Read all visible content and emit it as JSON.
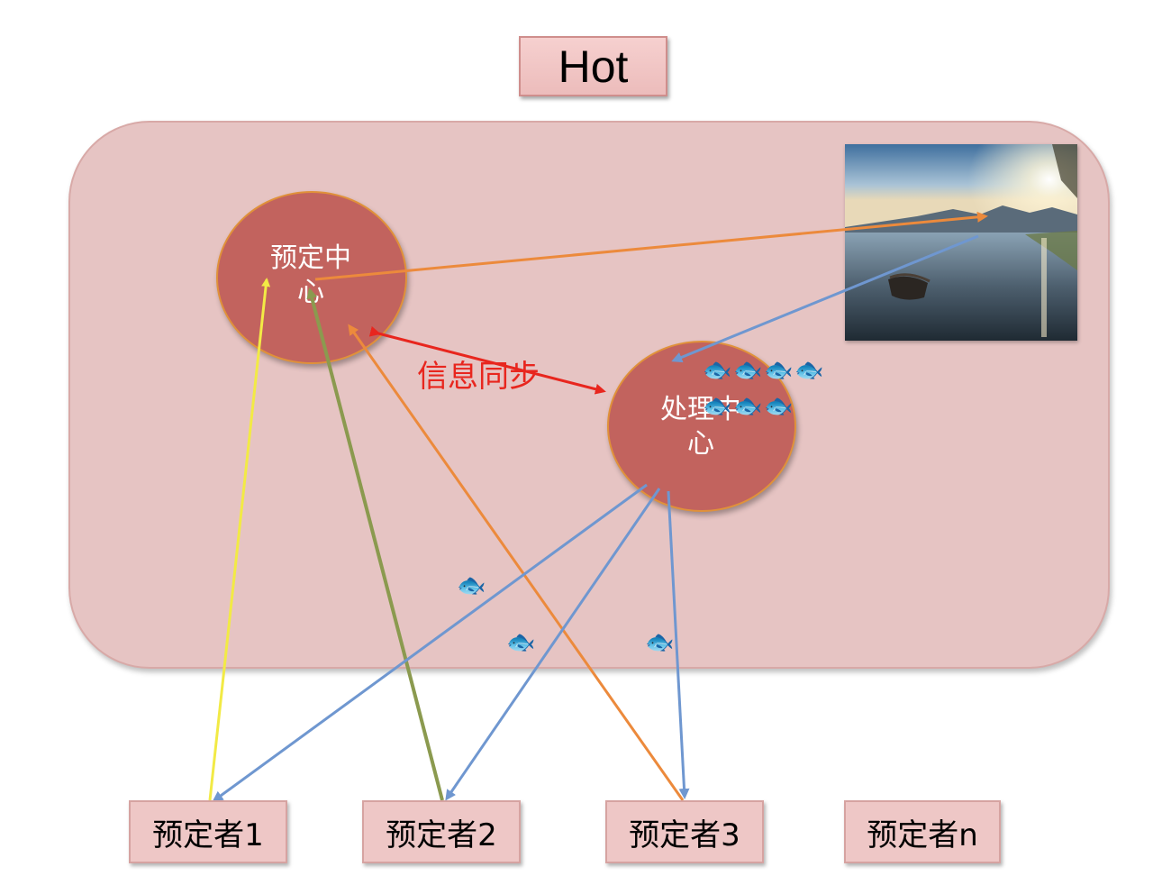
{
  "title": "Hot",
  "booking_center": {
    "label_line1": "预定中",
    "label_line2": "心"
  },
  "processing_center": {
    "label_line1": "处理中",
    "label_line2": "心"
  },
  "sync_label": "信息同步",
  "bookers": [
    "预定者1",
    "预定者2",
    "预定者3",
    "预定者n"
  ],
  "fish_icon": "🐟",
  "colors": {
    "region": "#e6c4c3",
    "circle": "#c2635e",
    "yellow_arrow": "#f2ea45",
    "green_arrow": "#8b9a4f",
    "orange_arrow": "#ec8a3c",
    "blue_arrow": "#6f97d0",
    "red_arrow": "#e8261e"
  }
}
